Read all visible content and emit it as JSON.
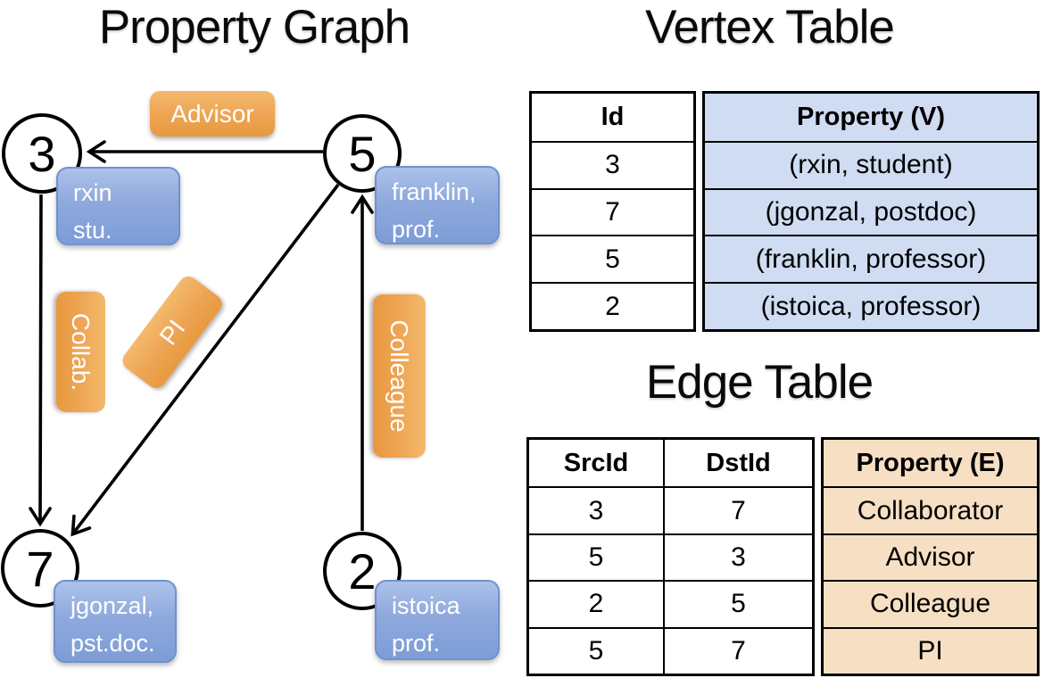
{
  "graph": {
    "title": "Property Graph",
    "nodes": [
      {
        "id": "3",
        "lines": [
          "rxin",
          "stu."
        ]
      },
      {
        "id": "5",
        "lines": [
          "franklin,",
          "prof."
        ]
      },
      {
        "id": "7",
        "lines": [
          "jgonzal,",
          "pst.doc."
        ]
      },
      {
        "id": "2",
        "lines": [
          "istoica",
          "prof."
        ]
      }
    ],
    "edges": [
      {
        "label": "Advisor",
        "src": "5",
        "dst": "3"
      },
      {
        "label": "Collab.",
        "src": "3",
        "dst": "7"
      },
      {
        "label": "PI",
        "src": "5",
        "dst": "7"
      },
      {
        "label": "Colleague",
        "src": "2",
        "dst": "5"
      }
    ]
  },
  "vertex_table": {
    "title": "Vertex Table",
    "columns": [
      "Id",
      "Property (V)"
    ],
    "rows": [
      [
        "3",
        "(rxin, student)"
      ],
      [
        "7",
        "(jgonzal, postdoc)"
      ],
      [
        "5",
        "(franklin, professor)"
      ],
      [
        "2",
        "(istoica, professor)"
      ]
    ]
  },
  "edge_table": {
    "title": "Edge Table",
    "columns": [
      "SrcId",
      "DstId",
      "Property (E)"
    ],
    "rows": [
      [
        "3",
        "7",
        "Collaborator"
      ],
      [
        "5",
        "3",
        "Advisor"
      ],
      [
        "2",
        "5",
        "Colleague"
      ],
      [
        "5",
        "7",
        "PI"
      ]
    ]
  },
  "colors": {
    "edge_label_orange_top": "#f4b96d",
    "edge_label_orange_bottom": "#e8993f",
    "vertex_box_blue_top": "#abc2e9",
    "vertex_box_blue_bottom": "#7d9dd7",
    "vertex_table_fill": "#cfdcf2",
    "edge_table_fill": "#f6dfc3",
    "line_color": "#000000",
    "text_on_pills": "#ffffff"
  }
}
